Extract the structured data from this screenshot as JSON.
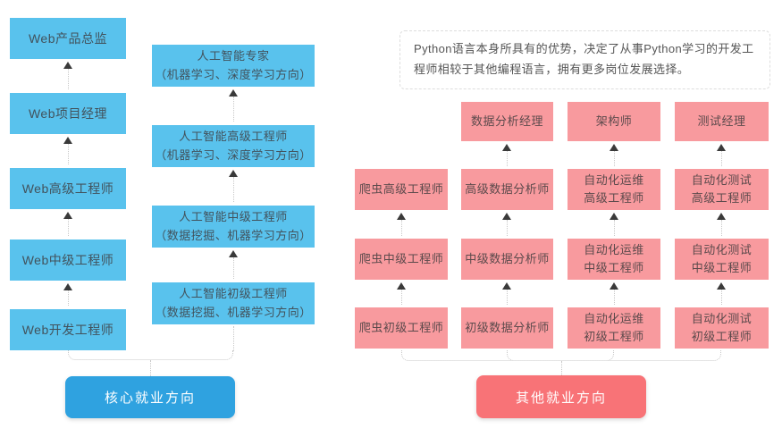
{
  "colors": {
    "blue-box": "#59C2ED",
    "blue-button": "#2FA2E0",
    "blue-text": "#42525C",
    "pink-box": "#F89A9E",
    "pink-button": "#F87377",
    "pink-text": "#5C4A4C",
    "arrow": "#3A3A3A",
    "line": "#C8C8C8",
    "note-border": "#DDDDDD",
    "note-text": "#555555"
  },
  "core": {
    "label": "核心就业方向",
    "web_track": [
      "Web产品总监",
      "Web项目经理",
      "Web高级工程师",
      "Web中级工程师",
      "Web开发工程师"
    ],
    "ai_track": [
      "人工智能专家\n（机器学习、深度学习方向）",
      "人工智能高级工程师\n（机器学习、深度学习方向）",
      "人工智能中级工程师\n（数据挖掘、机器学习方向）",
      "人工智能初级工程师\n（数据挖掘、机器学习方向）"
    ]
  },
  "other": {
    "label": "其他就业方向",
    "note": "Python语言本身所具有的优势，决定了从事Python学习的开发工程师相较于其他编程语言，拥有更多岗位发展选择。",
    "managers": [
      "数据分析经理",
      "架构师",
      "测试经理"
    ],
    "tracks": [
      [
        "爬虫高级工程师",
        "爬虫中级工程师",
        "爬虫初级工程师"
      ],
      [
        "高级数据分析师",
        "中级数据分析师",
        "初级数据分析师"
      ],
      [
        "自动化运维\n高级工程师",
        "自动化运维\n中级工程师",
        "自动化运维\n初级工程师"
      ],
      [
        "自动化测试\n高级工程师",
        "自动化测试\n中级工程师",
        "自动化测试\n初级工程师"
      ]
    ]
  }
}
